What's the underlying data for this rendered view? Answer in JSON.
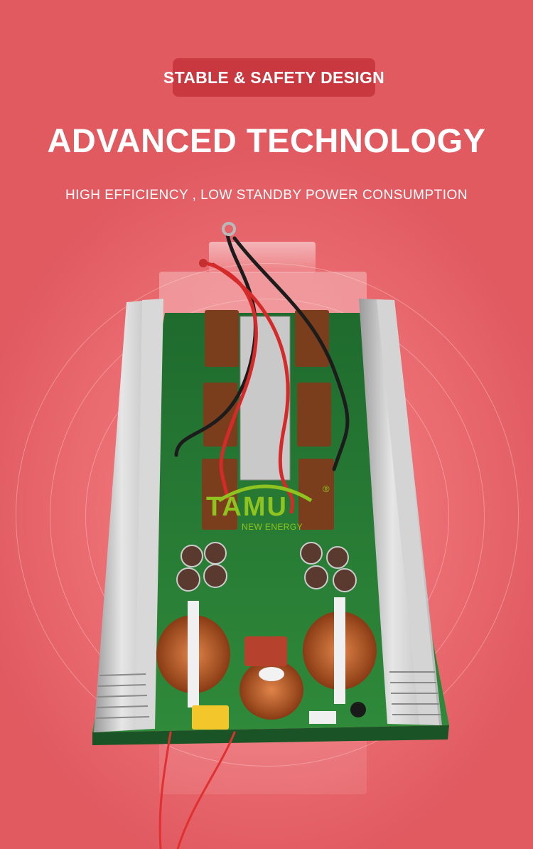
{
  "badge": {
    "text": "STABLE & SAFETY DESIGN"
  },
  "headline": {
    "text": "ADVANCED TECHNOLOGY"
  },
  "subheadline": {
    "text": "HIGH EFFICIENCY , LOW STANDBY POWER CONSUMPTION"
  },
  "logo": {
    "mark": "TAMU",
    "registered": "®",
    "tagline": "NEW ENERGY"
  },
  "colors": {
    "background": "#ee7378",
    "badge": "#c8383e",
    "logo": "#8fc31f",
    "text": "#ffffff"
  }
}
